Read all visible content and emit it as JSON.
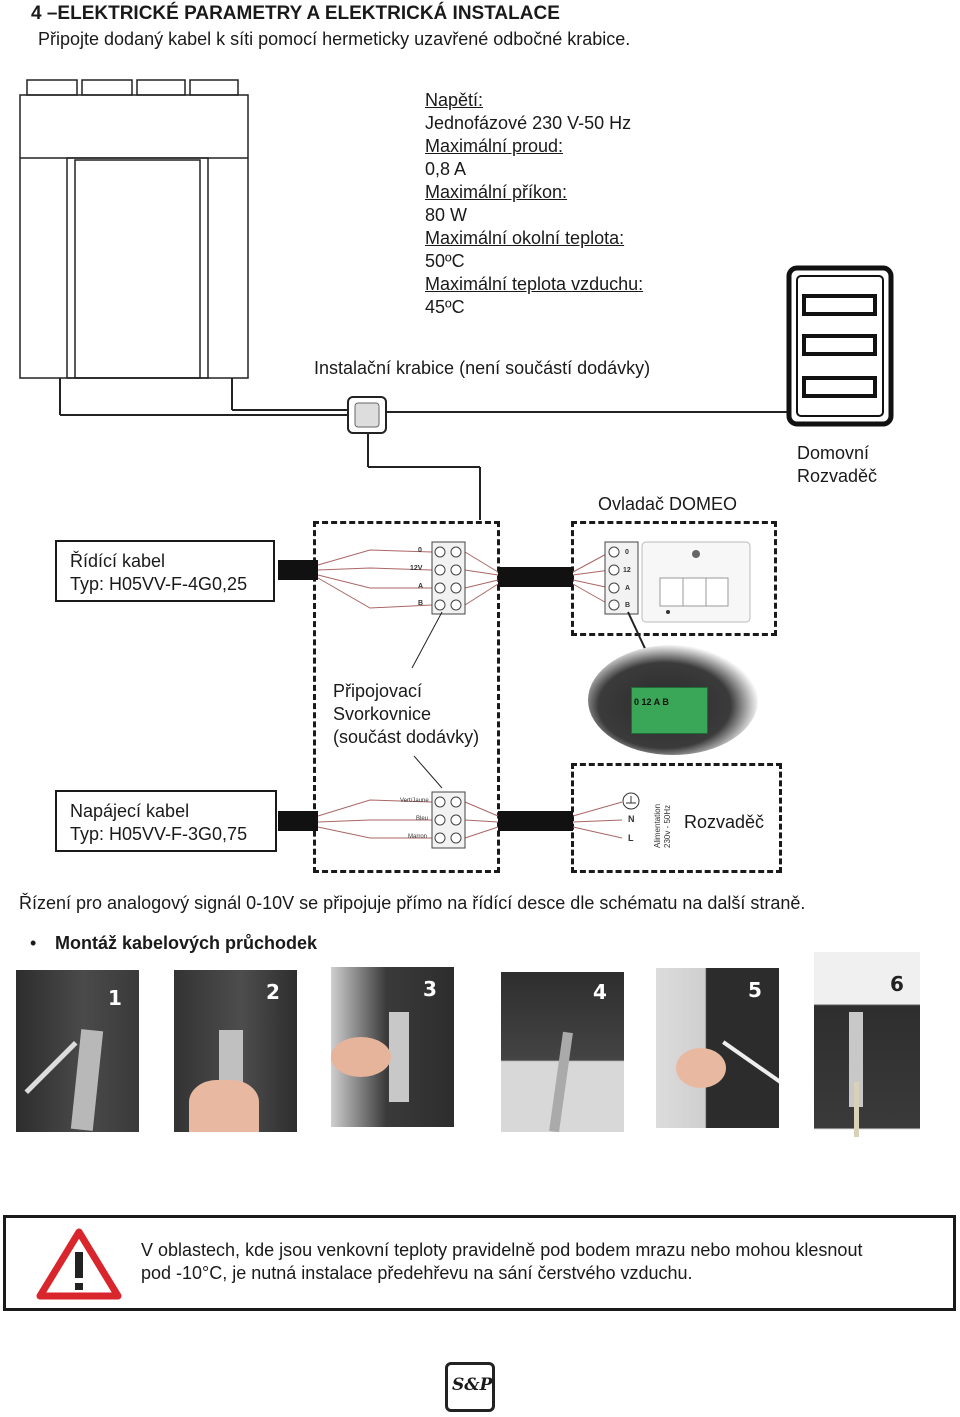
{
  "header": {
    "title": "4 –ELEKTRICKÉ PARAMETRY A ELEKTRICKÁ INSTALACE",
    "subtitle": "Připojte dodaný kabel k síti pomocí hermeticky uzavřené odbočné krabice."
  },
  "specs": [
    {
      "label": "Napětí:",
      "value": "Jednofázové 230 V-50 Hz"
    },
    {
      "label": "Maximální proud:",
      "value": "0,8 A"
    },
    {
      "label": "Maximální příkon:",
      "value": "80 W"
    },
    {
      "label": "Maximální okolní teplota:",
      "value": "50ºC"
    },
    {
      "label": "Maximální teplota vzduchu:",
      "value": "45ºC"
    }
  ],
  "diagram": {
    "junction_box": "Instalační krabice (není součástí dodávky)",
    "distribution_board": [
      "Domovní",
      "Rozvaděč"
    ],
    "controller": "Ovladač DOMEO",
    "control_cable": [
      "Řídící kabel",
      "Typ: H05VV-F-4G0,25"
    ],
    "terminals": [
      "Připojovací",
      "Svorkovnice",
      "(součást dodávky)"
    ],
    "power_cable": [
      "Napájecí kabel",
      "Typ: H05VV-F-3G0,75"
    ],
    "board": "Rozvaděč",
    "terminal_labels_control": [
      "0",
      "12V",
      "A",
      "B"
    ],
    "terminal_labels_controller": [
      "0",
      "12",
      "A",
      "B"
    ],
    "connector_labels": "0 12 A B",
    "terminal_labels_power": [
      "Vert/Jaune",
      "Bleu",
      "Marron"
    ],
    "supply_labels": [
      "N",
      "L"
    ],
    "supply_text": [
      "Alimentation",
      "230v - 50Hz"
    ]
  },
  "analog_note": "Řízení pro analogový signál 0-10V se připojuje přímo na řídící desce dle schématu na další straně.",
  "bullet": "Montáž kabelových průchodek",
  "steps": [
    "1",
    "2",
    "3",
    "4",
    "5",
    "6"
  ],
  "warning": {
    "line1": "V oblastech, kde jsou venkovní teploty pravidelně pod bodem mrazu nebo mohou klesnout",
    "line2": "pod -10°C, je nutná instalace předehřevu na sání čerstvého vzduchu."
  },
  "logo": "S&P",
  "colors": {
    "warning_red": "#d9262c",
    "connector_green": "#3aa657"
  }
}
